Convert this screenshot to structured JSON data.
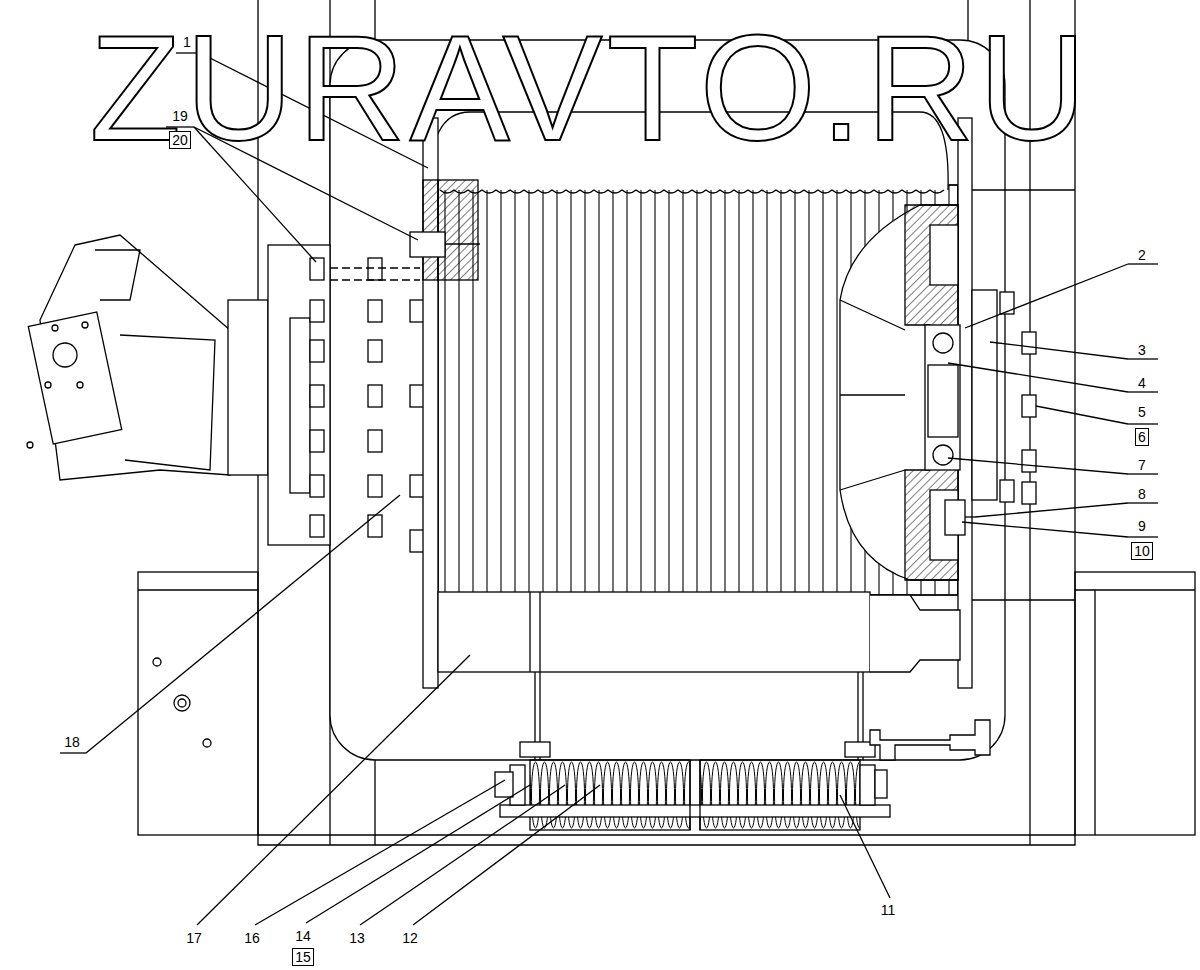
{
  "diagram": {
    "labels": [
      "ZURAVTO.RU",
      "1",
      "19",
      "20",
      "2",
      "3",
      "4",
      "5",
      "6",
      "7",
      "8",
      "9",
      "10",
      "18",
      "11",
      "17",
      "16",
      "14",
      "15",
      "13",
      "12"
    ]
  }
}
